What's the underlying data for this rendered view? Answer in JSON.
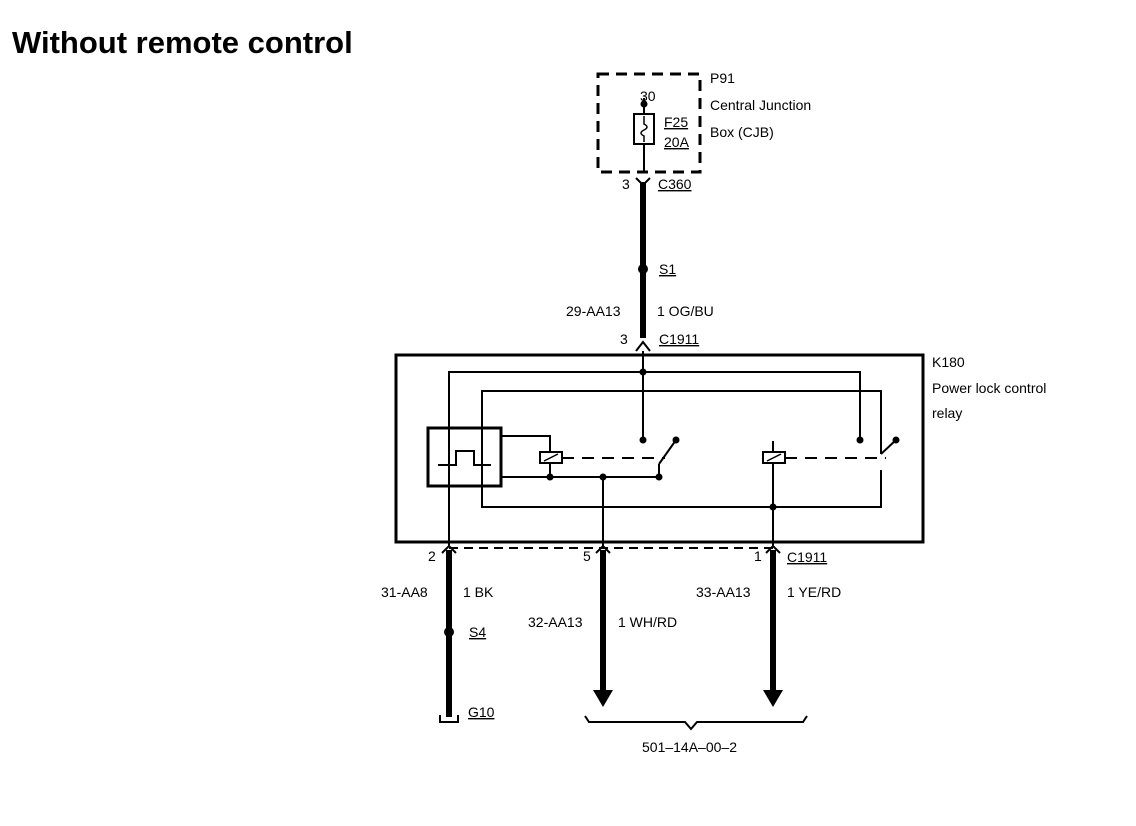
{
  "title": "Without remote control",
  "fuse_box": {
    "id": "P91",
    "name_line1": "Central Junction",
    "name_line2": "Box (CJB)",
    "pin": "30",
    "fuse_id": "F25",
    "fuse_rating": "20A"
  },
  "connector_top": {
    "pin": "3",
    "id": "C360"
  },
  "splice_top": "S1",
  "wire_supply": {
    "circuit": "29-AA13",
    "gauge_color": "1 OG/BU"
  },
  "connector_relay_in": {
    "pin": "3",
    "id": "C1911"
  },
  "relay": {
    "id": "K180",
    "name_line1": "Power lock control",
    "name_line2": "relay"
  },
  "connector_bottom": {
    "id": "C1911",
    "pin_ground": "2",
    "pin_mid": "5",
    "pin_right": "1"
  },
  "wire_ground": {
    "circuit": "31-AA8",
    "gauge_color": "1 BK"
  },
  "splice_ground": "S4",
  "ground": "G10",
  "wire_mid": {
    "circuit": "32-AA13",
    "gauge_color": "1 WH/RD"
  },
  "wire_right": {
    "circuit": "33-AA13",
    "gauge_color": "1 YE/RD"
  },
  "reference": "501–14A–00–2"
}
